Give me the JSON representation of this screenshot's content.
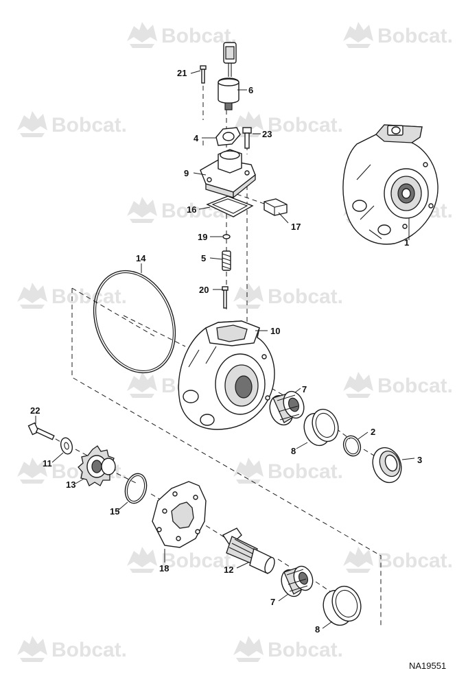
{
  "watermark": {
    "text": "Bobcat."
  },
  "callouts": {
    "c1": "1",
    "c2": "2",
    "c3": "3",
    "c4": "4",
    "c5": "5",
    "c6": "6",
    "c7a": "7",
    "c7b": "7",
    "c8a": "8",
    "c8b": "8",
    "c9": "9",
    "c10": "10",
    "c11": "11",
    "c12": "12",
    "c13": "13",
    "c14": "14",
    "c15": "15",
    "c16": "16",
    "c17": "17",
    "c18": "18",
    "c19": "19",
    "c20": "20",
    "c21": "21",
    "c22": "22",
    "c23": "23"
  },
  "drawing_id": "NA19551",
  "colors": {
    "line": "#1a1a1a",
    "watermark": "#e3e3e3",
    "background": "#ffffff"
  }
}
